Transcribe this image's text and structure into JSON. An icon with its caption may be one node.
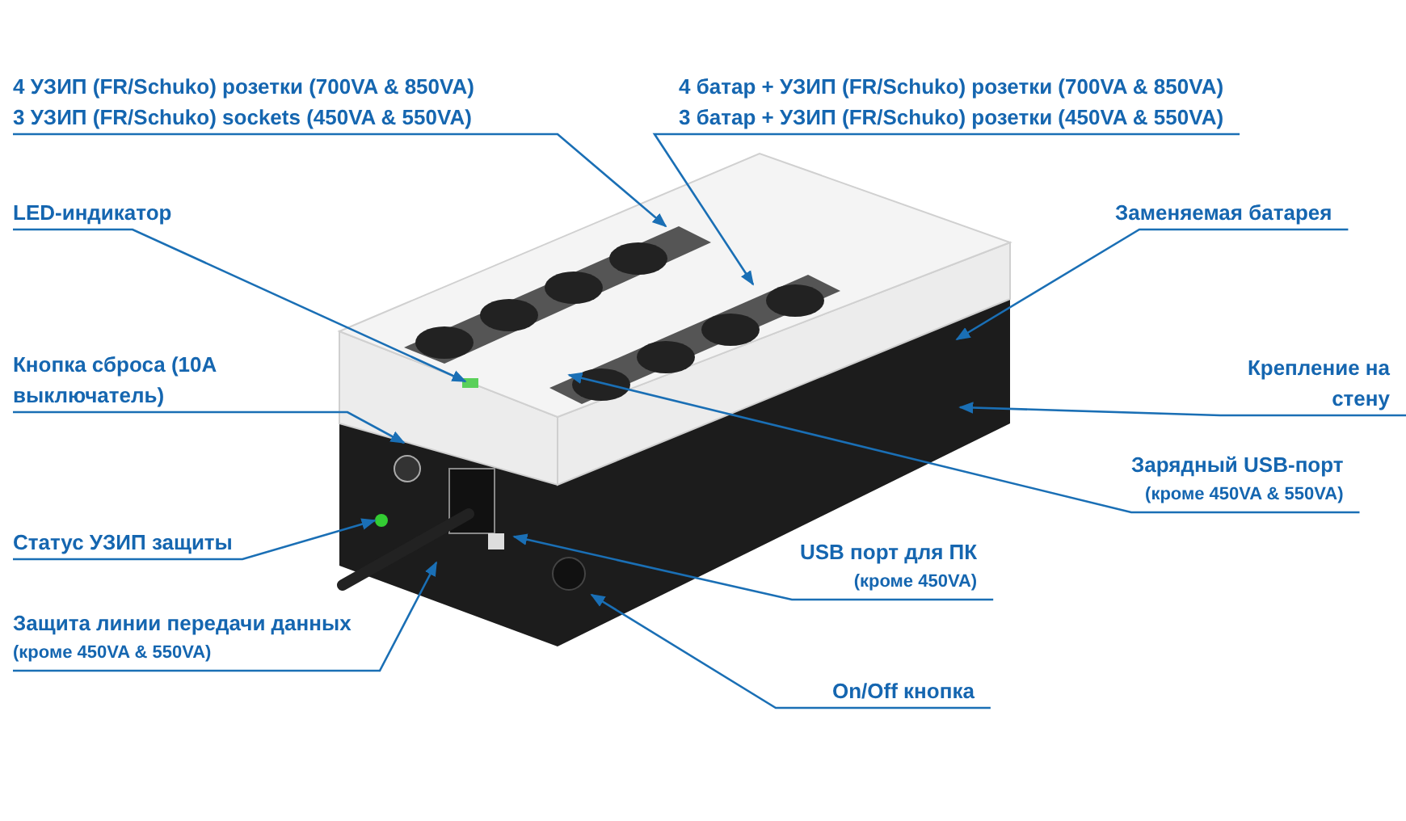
{
  "diagram": {
    "nodes": [
      {
        "text": [
          "4 УЗИП (FR/Schuko) розетки (700VA & 850VA)",
          "3 УЗИП (FR/Schuko) sockets (450VA & 550VA)"
        ]
      },
      {
        "text": [
          "4 батар + УЗИП (FR/Schuko) розетки (700VA & 850VA)",
          "3 батар + УЗИП (FR/Schuko) розетки (450VA & 550VA)"
        ]
      },
      {
        "text": [
          "LED-индикатор"
        ]
      },
      {
        "text": [
          "Кнопка сброса (10A выключатель)"
        ]
      },
      {
        "text": [
          "Заменяемая батарея"
        ]
      },
      {
        "text": [
          "Крепление на стену"
        ]
      },
      {
        "text": [
          "Зарядный USB-порт",
          "(кроме 450VA & 550VA)"
        ]
      },
      {
        "text": [
          "Статус УЗИП защиты"
        ]
      },
      {
        "text": [
          "Защита линии передачи данных",
          "(кроме 450VA & 550VA)"
        ]
      },
      {
        "text": [
          "USB порт для ПК",
          "(кроме 450VA)"
        ]
      },
      {
        "text": [
          "On/Off кнопка"
        ]
      }
    ],
    "edges": [
      {
        "from": 0,
        "to": null,
        "arrow": "to"
      },
      {
        "from": 1,
        "to": null,
        "arrow": "to"
      },
      {
        "from": 2,
        "to": null,
        "arrow": "to"
      },
      {
        "from": 3,
        "to": null,
        "arrow": "to"
      },
      {
        "from": 4,
        "to": null,
        "arrow": "to"
      },
      {
        "from": 5,
        "to": null,
        "arrow": "to"
      },
      {
        "from": 6,
        "to": null,
        "arrow": "to"
      },
      {
        "from": 7,
        "to": null,
        "arrow": "to"
      },
      {
        "from": 8,
        "to": null,
        "arrow": "to"
      },
      {
        "from": 9,
        "to": null,
        "arrow": "to"
      },
      {
        "from": 10,
        "to": null,
        "arrow": "to"
      }
    ]
  }
}
